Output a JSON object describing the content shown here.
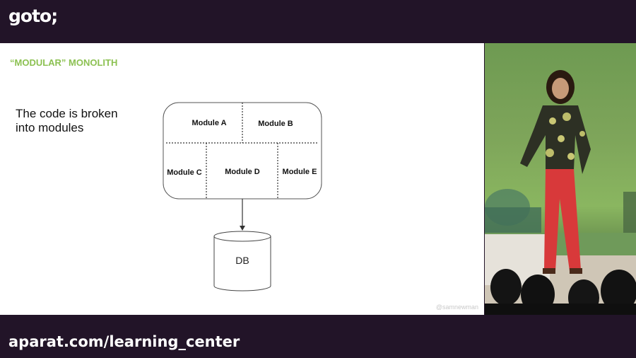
{
  "header": {
    "logo_text": "goto;"
  },
  "slide": {
    "title": "“MODULAR” MONOLITH",
    "body_lines": [
      "The code is broken",
      "into modules"
    ],
    "modules": [
      "Module A",
      "Module B",
      "Module C",
      "Module D",
      "Module E"
    ],
    "database_label": "DB",
    "credit": "@samnewman"
  },
  "footer": {
    "watermark": "aparat.com/learning_center"
  },
  "colors": {
    "accent": "#8cc152",
    "frame": "#221428"
  }
}
